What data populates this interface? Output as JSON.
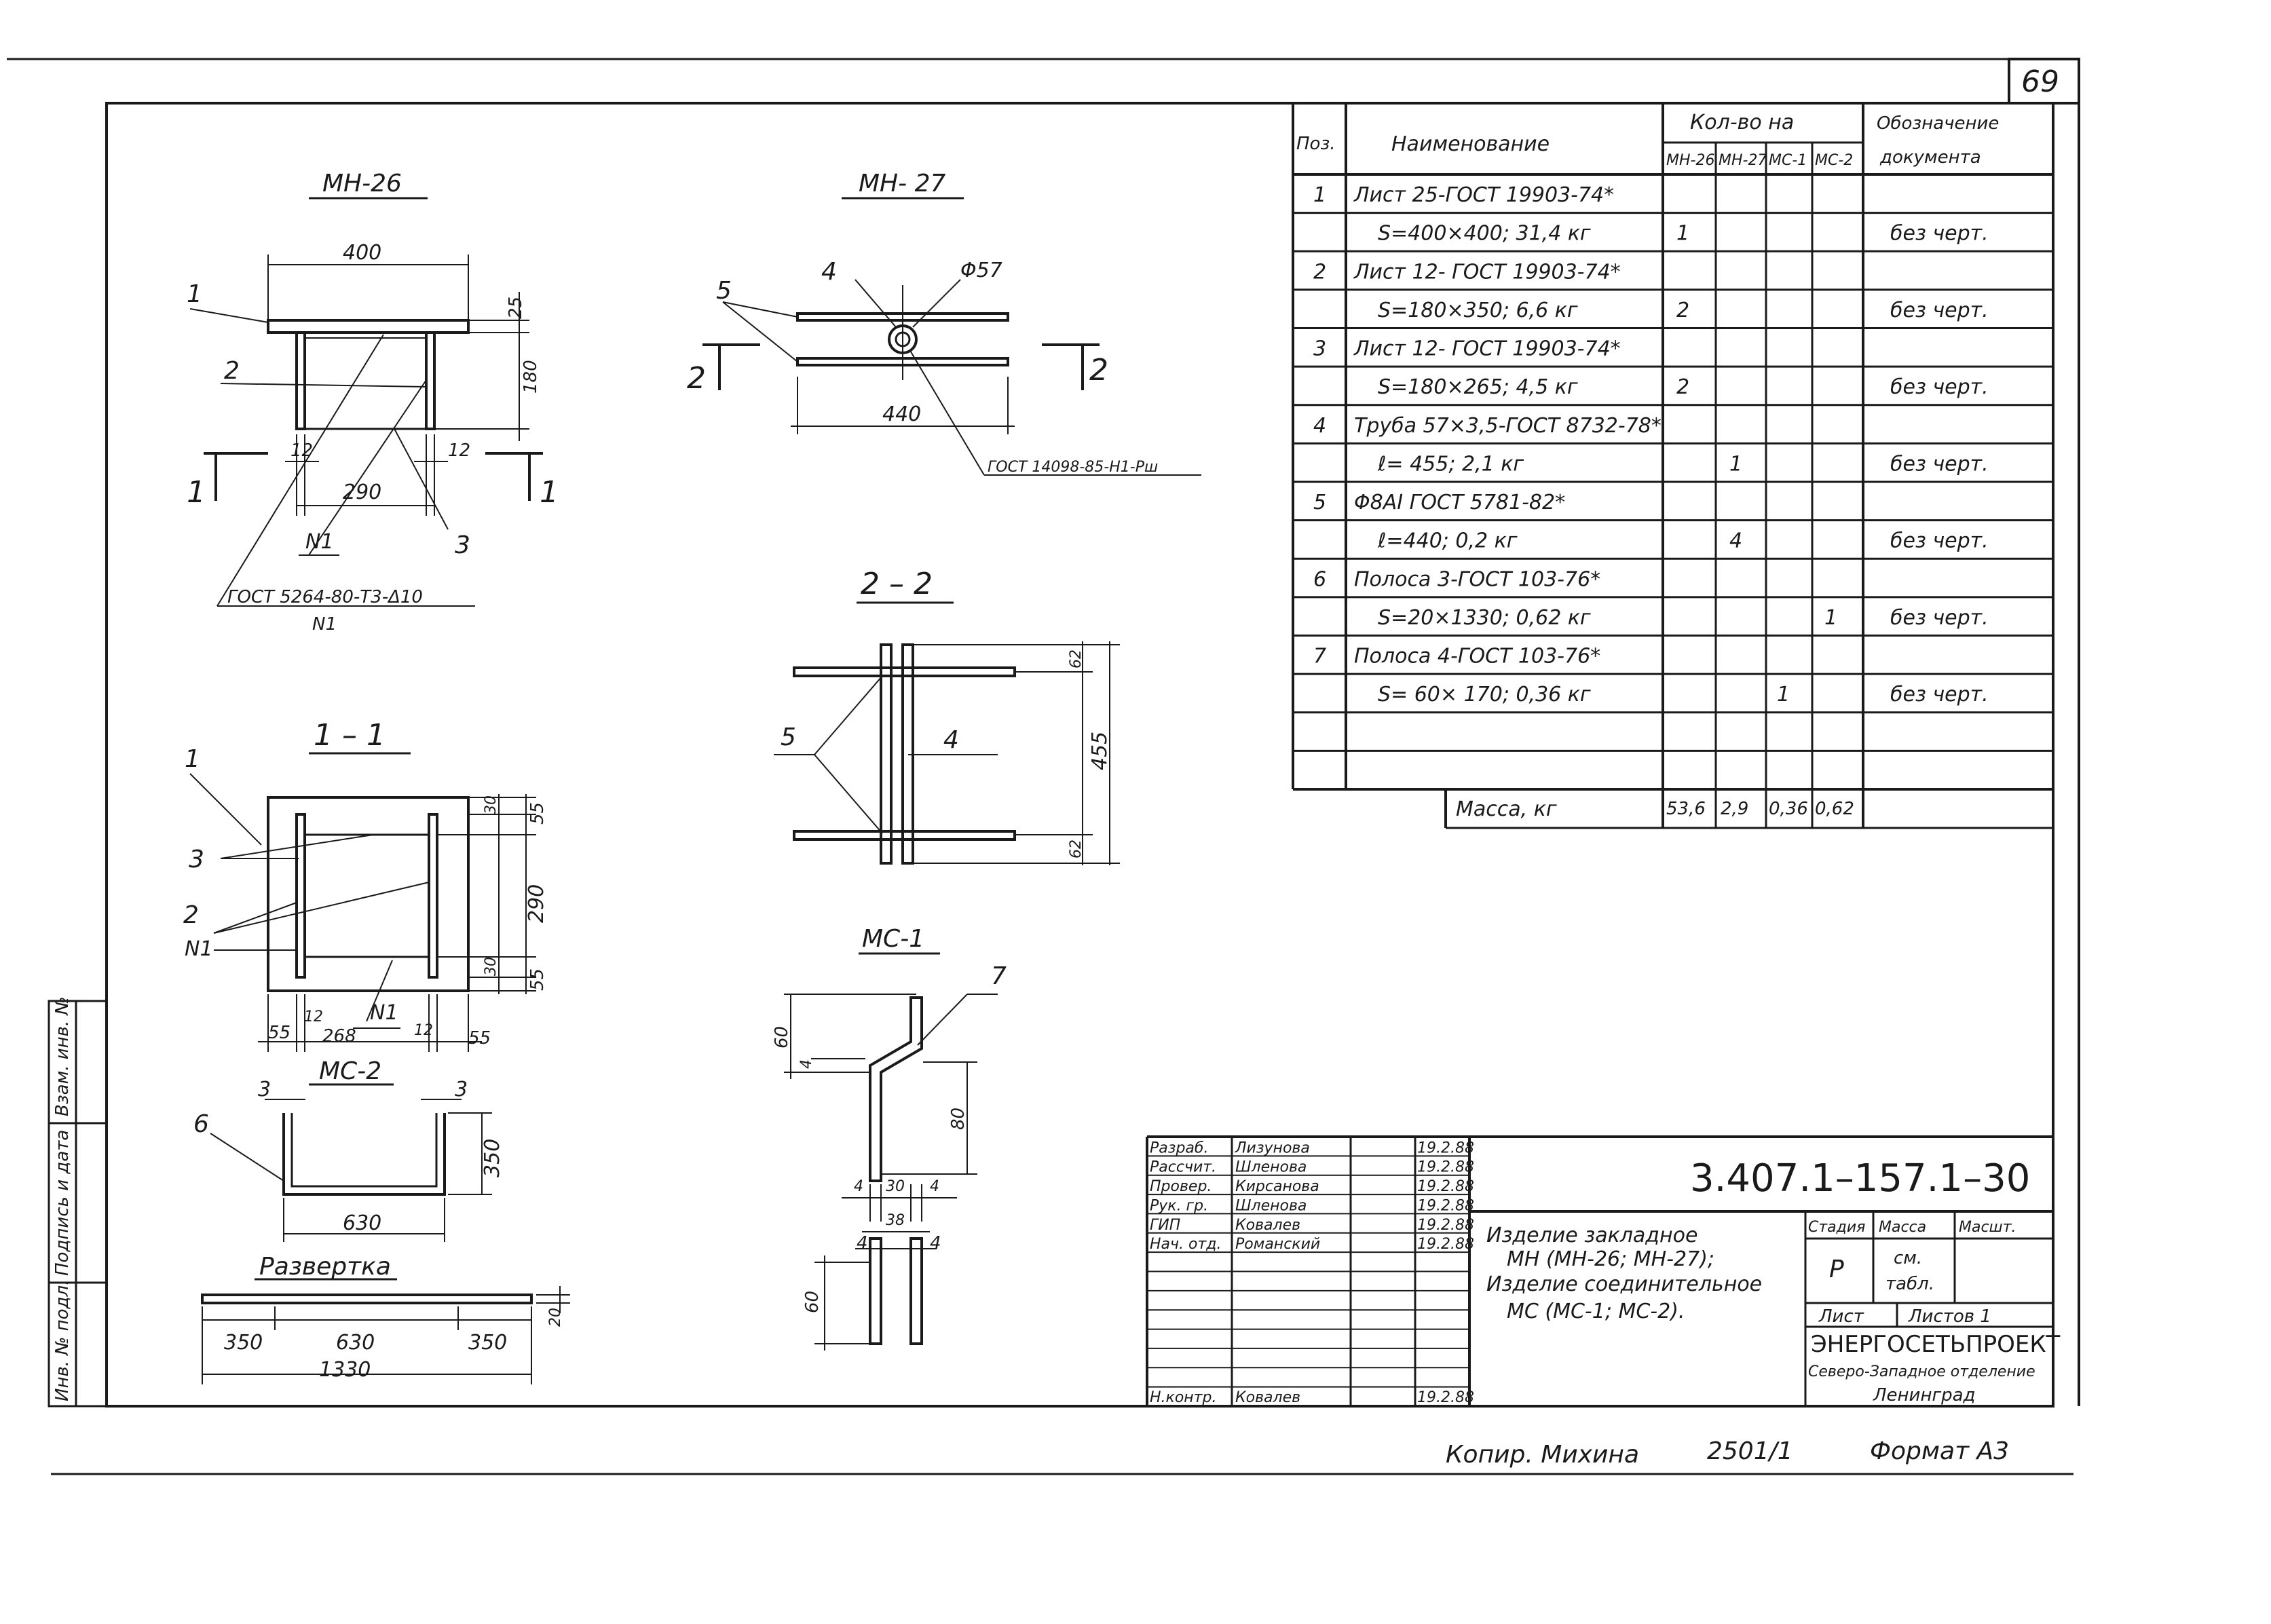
{
  "sheet_number": "69",
  "views": {
    "mn26": {
      "title": "МН-26",
      "dim_width": "400",
      "dim_top": "25",
      "dim_height": "180",
      "dim_12_left": "12",
      "dim_12_right": "12",
      "dim_290": "290",
      "pos_1": "1",
      "pos_2": "2",
      "pos_3": "3",
      "weld": "N1",
      "weld_note": "ГОСТ 5264-80-Т3-Δ10",
      "weld_note_sub": "N1",
      "section_left": "1",
      "section_right": "1"
    },
    "mn27": {
      "title": "МН- 27",
      "pos_4": "4",
      "pos_5": "5",
      "dia": "Φ57",
      "dim_440": "440",
      "section_left": "2",
      "section_right": "2",
      "weld_note": "ГОСТ 14098-85-Н1-Рш"
    },
    "sec11": {
      "title": "1 – 1",
      "pos_1": "1",
      "pos_3": "3",
      "pos_2": "2",
      "weld": "N1",
      "weld2": "N1",
      "dim_30_top": "30",
      "dim_55_top": "55",
      "dim_290": "290",
      "dim_30_bot": "30",
      "dim_55_bot": "55",
      "dim_55_left": "55",
      "dim_12_left": "12",
      "dim_268": "268",
      "dim_12_right": "12",
      "dim_55_right": "55"
    },
    "sec22": {
      "title": "2 – 2",
      "pos_5": "5",
      "pos_4": "4",
      "dim_62_top": "62",
      "dim_455": "455",
      "dim_62_bot": "62"
    },
    "ms2": {
      "title": "МС-2",
      "pos_6": "6",
      "dim_3_left": "3",
      "dim_3_right": "3",
      "dim_350": "350",
      "dim_630": "630"
    },
    "razvertka": {
      "title": "Развертка",
      "dim_350_left": "350",
      "dim_630": "630",
      "dim_350_right": "350",
      "dim_20": "20",
      "dim_1330": "1330"
    },
    "ms1": {
      "title": "МС-1",
      "pos_7": "7",
      "dim_60_top": "60",
      "dim_4_a": "4",
      "dim_80": "80",
      "dim_4_b": "4",
      "dim_30": "30",
      "dim_4_c": "4",
      "dim_38": "38",
      "dim_4_d": "4",
      "dim_4_e": "4",
      "dim_60_bot": "60"
    }
  },
  "spec": {
    "headers": {
      "pos": "Поз.",
      "name": "Наименование",
      "qty": "Кол-во на",
      "doc_line1": "Обозначение",
      "doc_line2": "документа",
      "sub": [
        "МН-26",
        "МН-27",
        "МС-1",
        "МС-2"
      ]
    },
    "rows": [
      {
        "pos": "1",
        "name": "Лист 25-ГОСТ 19903-74*",
        "q": [
          "",
          "",
          "",
          ""
        ],
        "doc": ""
      },
      {
        "pos": "",
        "name": "S=400×400;  31,4 кг",
        "q": [
          "1",
          "",
          "",
          ""
        ],
        "doc": "без черт."
      },
      {
        "pos": "2",
        "name": "Лист 12- ГОСТ 19903-74*",
        "q": [
          "",
          "",
          "",
          ""
        ],
        "doc": ""
      },
      {
        "pos": "",
        "name": "S=180×350;  6,6 кг",
        "q": [
          "2",
          "",
          "",
          ""
        ],
        "doc": "без черт."
      },
      {
        "pos": "3",
        "name": "Лист 12- ГОСТ 19903-74*",
        "q": [
          "",
          "",
          "",
          ""
        ],
        "doc": ""
      },
      {
        "pos": "",
        "name": "S=180×265;  4,5 кг",
        "q": [
          "2",
          "",
          "",
          ""
        ],
        "doc": "без черт."
      },
      {
        "pos": "4",
        "name": "Труба 57×3,5-ГОСТ 8732-78*",
        "q": [
          "",
          "",
          "",
          ""
        ],
        "doc": ""
      },
      {
        "pos": "",
        "name": "ℓ= 455;       2,1 кг",
        "q": [
          "",
          "1",
          "",
          ""
        ],
        "doc": "без черт."
      },
      {
        "pos": "5",
        "name": "Φ8АI   ГОСТ 5781-82*",
        "q": [
          "",
          "",
          "",
          ""
        ],
        "doc": ""
      },
      {
        "pos": "",
        "name": "ℓ=440;        0,2 кг",
        "q": [
          "",
          "4",
          "",
          ""
        ],
        "doc": "без черт."
      },
      {
        "pos": "6",
        "name": "Полоса 3-ГОСТ 103-76*",
        "q": [
          "",
          "",
          "",
          ""
        ],
        "doc": ""
      },
      {
        "pos": "",
        "name": "S=20×1330;    0,62 кг",
        "q": [
          "",
          "",
          "",
          "1"
        ],
        "doc": "без черт."
      },
      {
        "pos": "7",
        "name": "Полоса 4-ГОСТ 103-76*",
        "q": [
          "",
          "",
          "",
          ""
        ],
        "doc": ""
      },
      {
        "pos": "",
        "name": "S= 60× 170;    0,36 кг",
        "q": [
          "",
          "",
          "1",
          ""
        ],
        "doc": "без черт."
      },
      {
        "pos": "",
        "name": "",
        "q": [
          "",
          "",
          "",
          ""
        ],
        "doc": ""
      },
      {
        "pos": "",
        "name": "",
        "q": [
          "",
          "",
          "",
          ""
        ],
        "doc": ""
      }
    ],
    "mass_label": "Масса, кг",
    "mass_values": [
      "53,6",
      "2,9",
      "0,36",
      "0,62"
    ]
  },
  "side_stamp": {
    "inv": "Инв. № подл.",
    "sign": "Подпись и дата",
    "vzam": "Взам. инв. №"
  },
  "title_block": {
    "code": "3.407.1–157.1–30",
    "staff": [
      {
        "role": "Разраб.",
        "name": "Лизунова",
        "date": "19.2.88"
      },
      {
        "role": "Рассчит.",
        "name": "Шленова",
        "date": "19.2.88"
      },
      {
        "role": "Провер.",
        "name": "Кирсанова",
        "date": "19.2.88"
      },
      {
        "role": "Рук. гр.",
        "name": "Шленова",
        "date": "19.2.88"
      },
      {
        "role": "ГИП",
        "name": "Ковалев",
        "date": "19.2.88"
      },
      {
        "role": "Нач. отд.",
        "name": "Романский",
        "date": "19.2.88"
      }
    ],
    "nkontr": {
      "role": "Н.контр.",
      "name": "Ковалев",
      "date": "19.2.88"
    },
    "desc_line1": "Изделие   закладное",
    "desc_line2": "МН (МН-26; МН-27);",
    "desc_line3": "Изделие   соединительное",
    "desc_line4": "МС (МС-1; МС-2).",
    "stage_label": "Стадия",
    "mass_label": "Масса",
    "scale_label": "Масшт.",
    "stage": "Р",
    "mass_val_1": "см.",
    "mass_val_2": "табл.",
    "sheet_label": "Лист",
    "sheets_label": "Листов 1",
    "org_line1": "ЭНЕРГОСЕТЬПРОЕКТ",
    "org_line2": "Северо-Западное отделение",
    "org_line3": "Ленинград"
  },
  "footer": {
    "copy": "Копир.  Михина",
    "order": "2501/1",
    "format": "Формат  А3"
  }
}
